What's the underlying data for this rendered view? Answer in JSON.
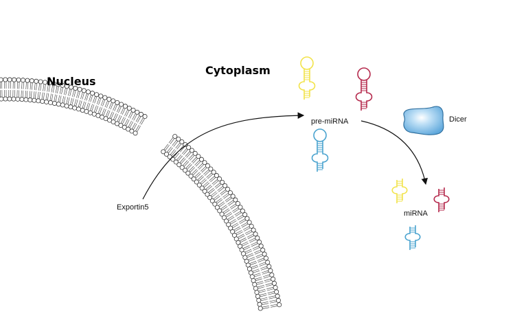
{
  "labels": {
    "nucleus": "Nucleus",
    "cytoplasm": "Cytoplasm",
    "pre_mirna": "pre-miRNA",
    "dicer": "Dicer",
    "exportin": "Exportin5",
    "mirna": "miRNA"
  },
  "colors": {
    "yellow_rna": "#f2e34a",
    "red_rna": "#b52a4d",
    "blue_rna": "#4aa3cf",
    "dicer_fill": "#8ec6ea",
    "dicer_stroke": "#2f6f9e",
    "membrane_stroke": "#333333",
    "arrow": "#111111"
  }
}
